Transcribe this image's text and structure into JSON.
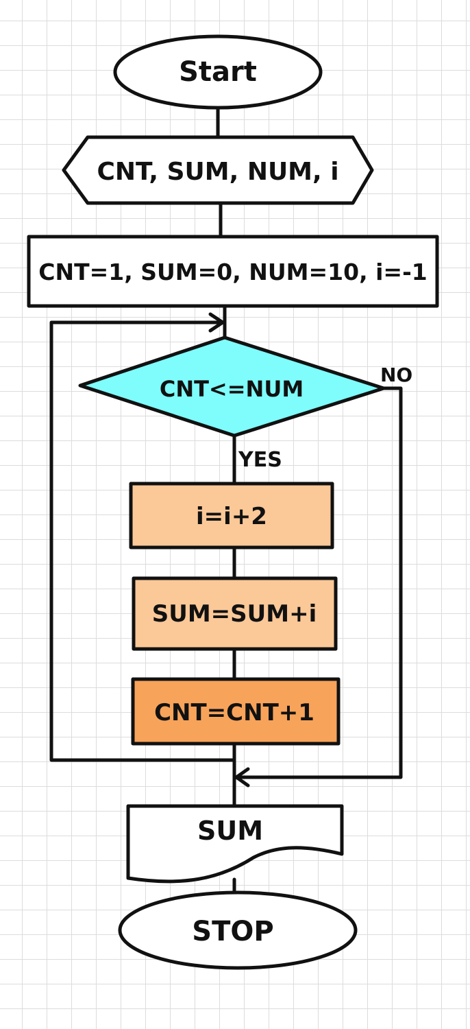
{
  "flowchart": {
    "start": "Start",
    "declare": "CNT, SUM, NUM, i",
    "init": "CNT=1, SUM=0, NUM=10, i=-1",
    "condition": "CNT<=NUM",
    "yes_label": "YES",
    "no_label": "NO",
    "step1": "i=i+2",
    "step2": "SUM=SUM+i",
    "step3": "CNT=CNT+1",
    "output": "SUM",
    "stop": "STOP"
  },
  "colors": {
    "decision_fill": "#7ffcfc",
    "step_light_fill": "#fbc898",
    "step_dark_fill": "#f8a35a",
    "stroke": "#111111"
  }
}
